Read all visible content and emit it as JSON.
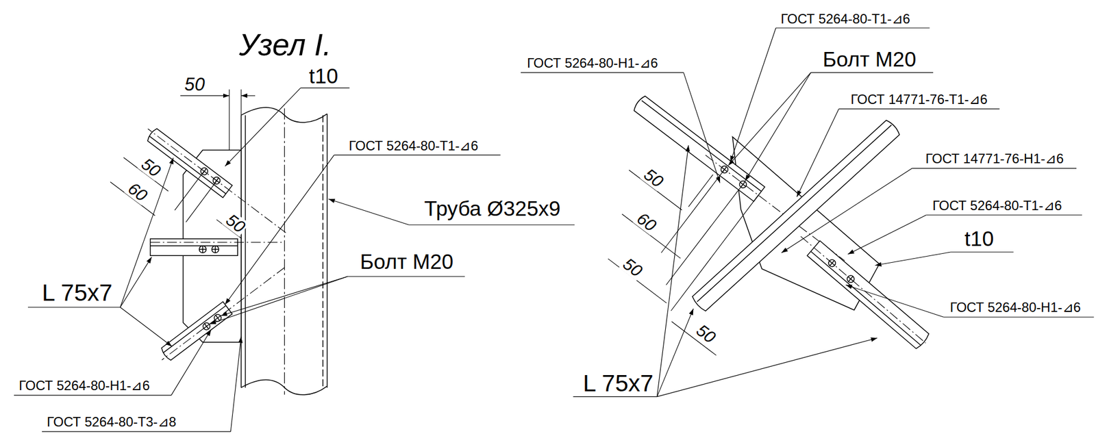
{
  "diagram": {
    "title": "Узел I.",
    "labels": [
      "50",
      "t10",
      "ГОСТ 5264-80-Т1-⊿6",
      "50",
      "60",
      "50",
      "Труба Ø325x9",
      "Болт М20",
      "L 75x7",
      "ГОСТ 5264-80-Н1-⊿6",
      "ГОСТ 5264-80-Т3-⊿8",
      "ГОСТ 5264-80-Т1-⊿6",
      "Болт М20",
      "ГОСТ 5264-80-Н1-⊿6",
      "ГОСТ 14771-76-Т1-⊿6",
      "ГОСТ 14771-76-Н1-⊿6",
      "ГОСТ 5264-80-Т1-⊿6",
      "t10",
      "ГОСТ 5264-80-Н1-⊿6",
      "50",
      "60",
      "50",
      "50",
      "L 75x7"
    ]
  }
}
